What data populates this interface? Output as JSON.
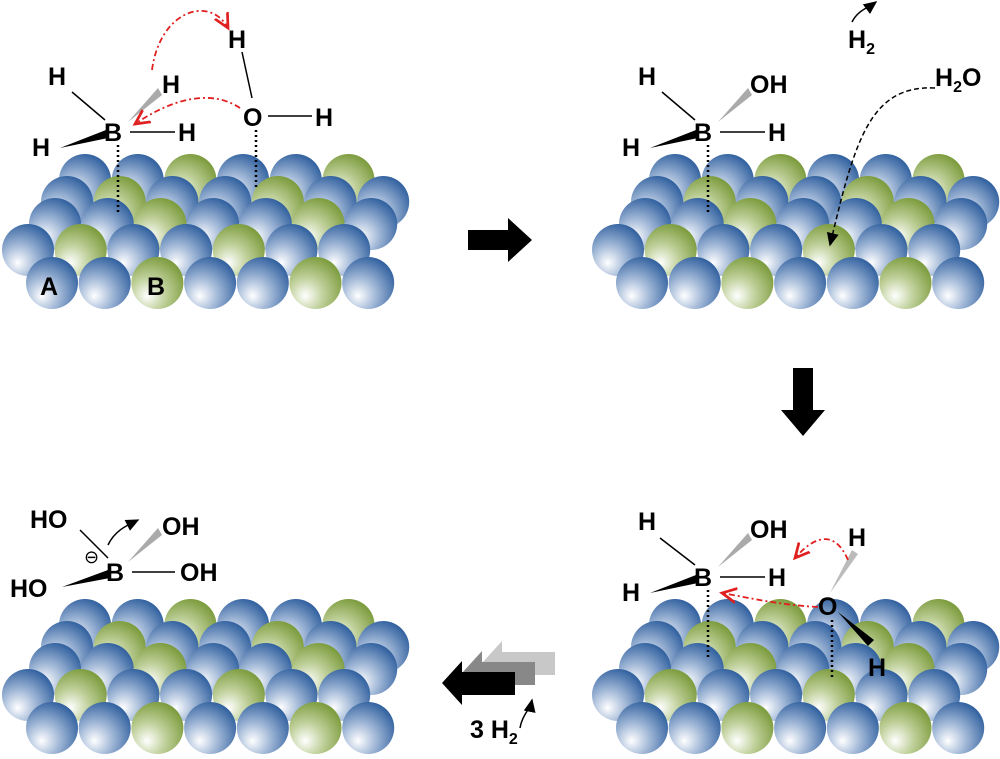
{
  "panels": [
    {
      "id": "adsorbed",
      "labels": {
        "h_top": "H",
        "h_wedge_gray": "H",
        "b": "B",
        "h_right": "H",
        "h_wedge_black": "H",
        "water_h_top": "H",
        "water_o": "O",
        "water_h_right": "H",
        "site_a": "A",
        "site_b": "B"
      }
    },
    {
      "id": "first-hydrolysis",
      "labels": {
        "h2_released": "H",
        "h2_sub": "2",
        "h_top": "H",
        "oh": "OH",
        "b": "B",
        "h_right": "H",
        "h_wedge_black": "H",
        "h2o": "H",
        "h2o_sub": "2",
        "h2o_o": "O"
      }
    },
    {
      "id": "second-water",
      "labels": {
        "h_top": "H",
        "oh": "OH",
        "b": "B",
        "h_right": "H",
        "h_wedge_black": "H",
        "water_h_top": "H",
        "water_o": "O",
        "water_h_bottom": "H"
      }
    },
    {
      "id": "final",
      "labels": {
        "ho_top": "HO",
        "oh_right_top": "OH",
        "charge": "⊖",
        "b": "B",
        "oh_right": "OH",
        "ho_left": "HO"
      }
    }
  ],
  "release": {
    "coef": "3 H",
    "sub": "2"
  },
  "colors": {
    "blue": "#2f5f9e",
    "green": "#7a9a3a",
    "red": "#e02020"
  }
}
